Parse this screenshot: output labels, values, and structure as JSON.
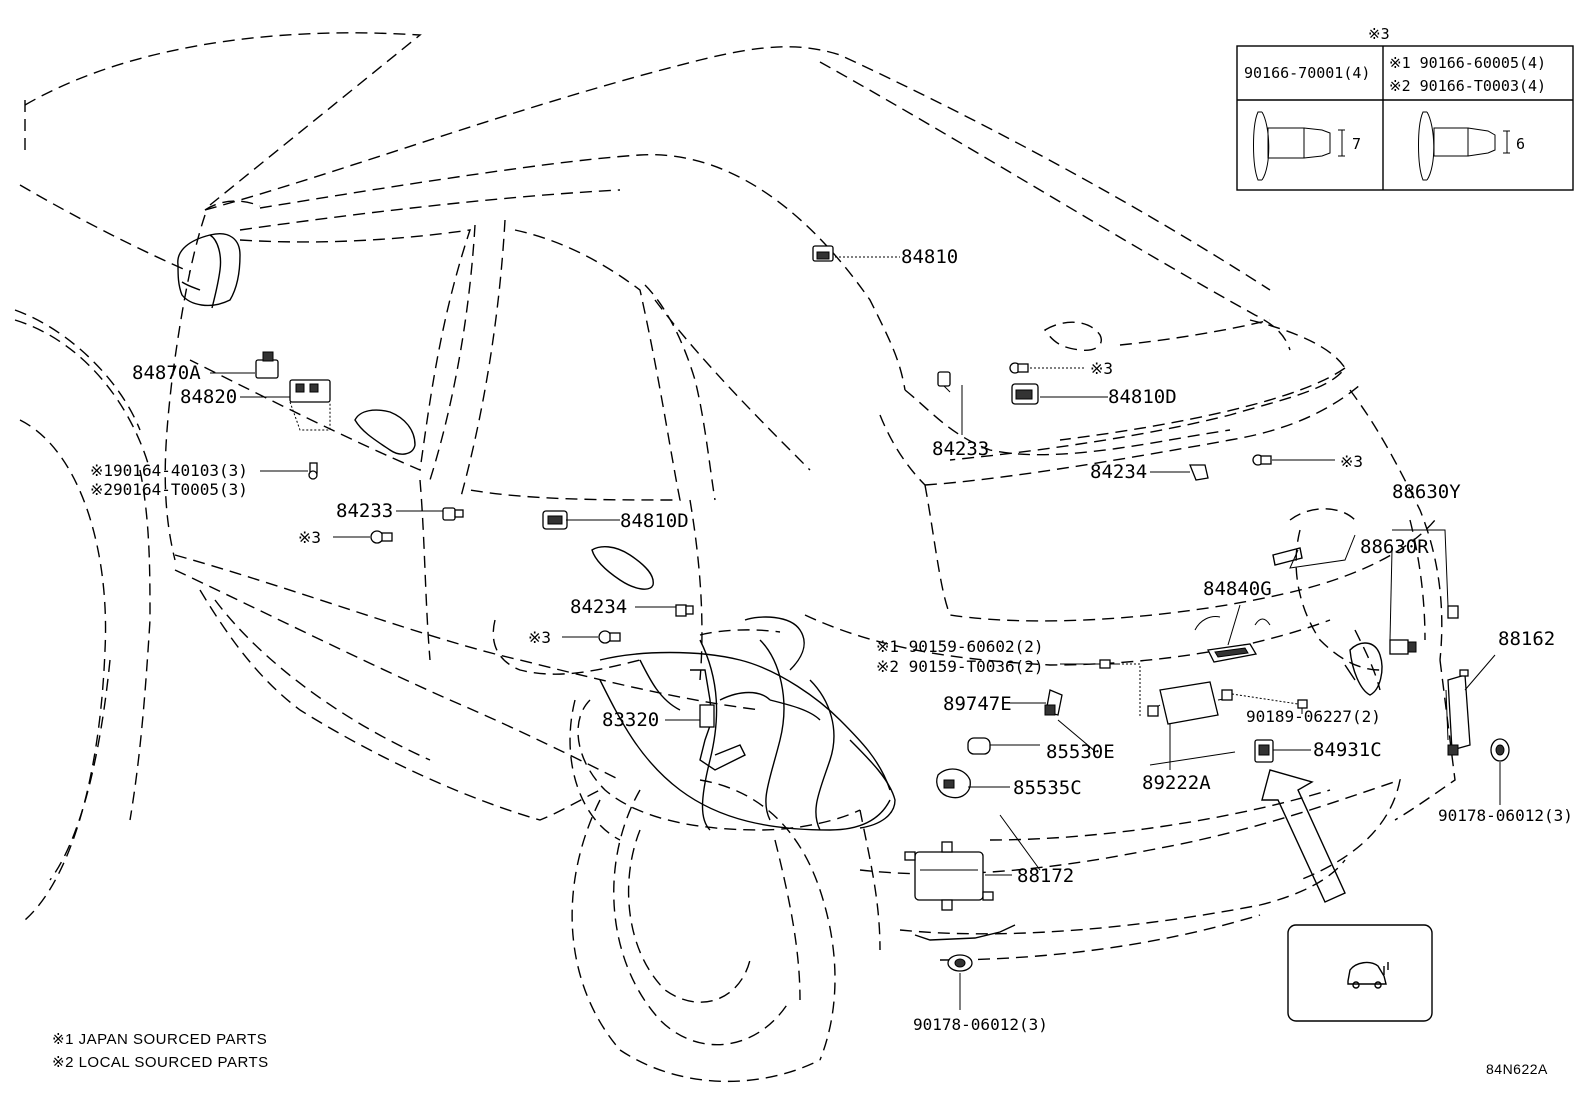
{
  "labels": {
    "p84810": "84810",
    "p84870A": "84870A",
    "p84820": "84820",
    "p84233_top": "84233",
    "p84810D_top": "84810D",
    "p84234_right": "84234",
    "p84233_left": "84233",
    "p84810D_mid": "84810D",
    "p84234_left": "84234",
    "p88630Y": "88630Y",
    "p88630R": "88630R",
    "p84840G": "84840G",
    "p88162": "88162",
    "p83320": "83320",
    "p89747E": "89747E",
    "p85530E": "85530E",
    "p85535C": "85535C",
    "p89222A": "89222A",
    "p84931C": "84931C",
    "p88172": "88172",
    "bolt_90189": "90189-06227(2)",
    "clip_90178_right": "90178-06012(3)",
    "clip_90178_bottom": "90178-06012(3)",
    "screw_90164_1": "※190164-40103(3)",
    "screw_90164_2": "※290164-T0005(3)",
    "screw_90159_1": "※1 90159-60602(2)",
    "screw_90159_2": "※2 90159-T0036(2)",
    "ref3_top": "※3",
    "ref3_right": "※3",
    "ref3_left_a": "※3",
    "ref3_left_b": "※3"
  },
  "ref_table": {
    "title": "※3",
    "col1_part": "90166-70001(4)",
    "col2_part1": "※1 90166-60005(4)",
    "col2_part2": "※2 90166-T0003(4)",
    "col1_dim": "7",
    "col2_dim": "6"
  },
  "notes": {
    "line1": "※1 JAPAN SOURCED PARTS",
    "line2": "※2 LOCAL SOURCED PARTS"
  },
  "diagram_code": "84N622A",
  "inset_icon": "suv-rear-view-icon"
}
